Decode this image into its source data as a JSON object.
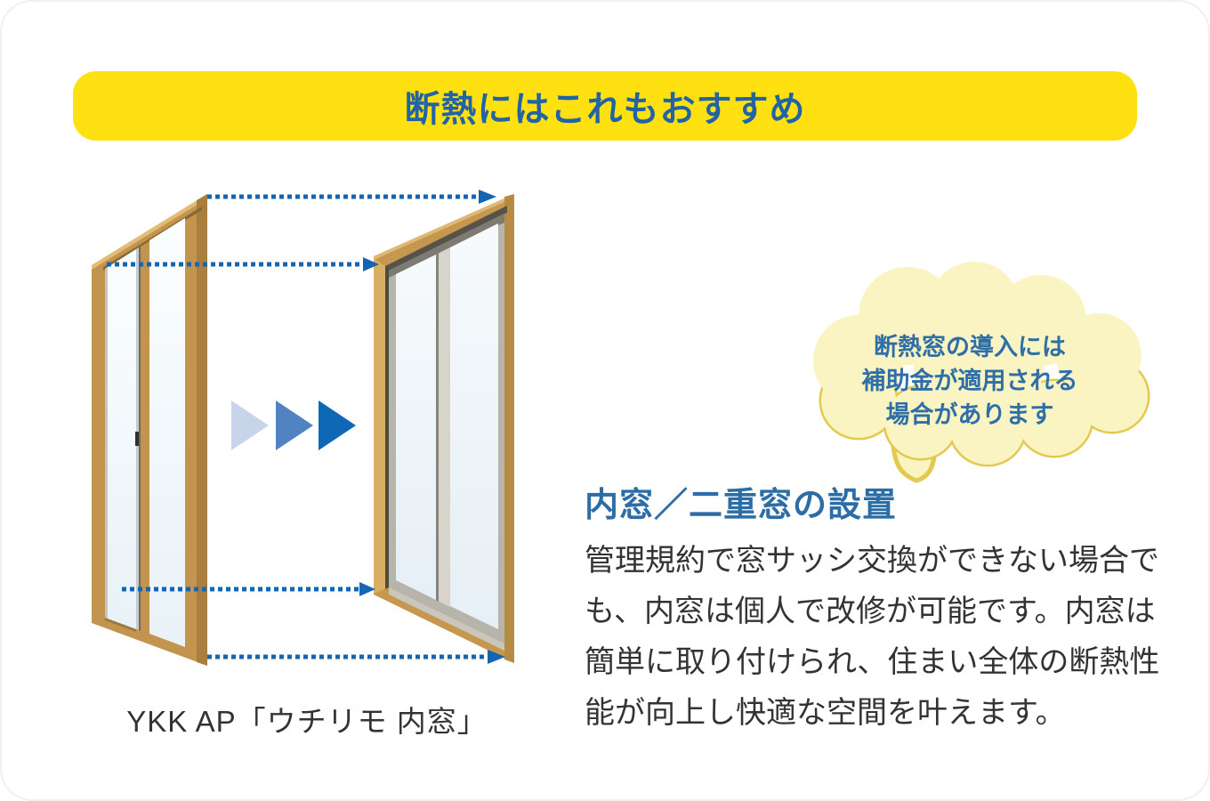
{
  "banner": {
    "label": "断熱にはこれもおすすめ",
    "bg_color": "#FFE112",
    "text_color": "#2163A4"
  },
  "bubble": {
    "lines": [
      "断熱窓の導入には",
      "補助金が適用される",
      "場合があります"
    ],
    "fill_color": "#FAF3C2",
    "outline_color": "#E3C94F",
    "text_color": "#2E6FA8"
  },
  "section": {
    "heading": "内窓／二重窓の設置",
    "heading_color": "#2C6DA6",
    "body_lines": [
      "管理規約で窓サッシ交換ができない場合で",
      "も、内窓は個人で改修が可能です。内窓は",
      "簡単に取り付けられ、住まい全体の断熱性",
      "能が向上し快適な空間を叶えます。"
    ]
  },
  "figure": {
    "caption": "YKK AP「ウチリモ 内窓」",
    "arrow_color": "#1565B5",
    "triangle_colors": [
      "#C8D4EA",
      "#5183C2",
      "#0E68B6"
    ],
    "wood_color": "#C6984F"
  }
}
